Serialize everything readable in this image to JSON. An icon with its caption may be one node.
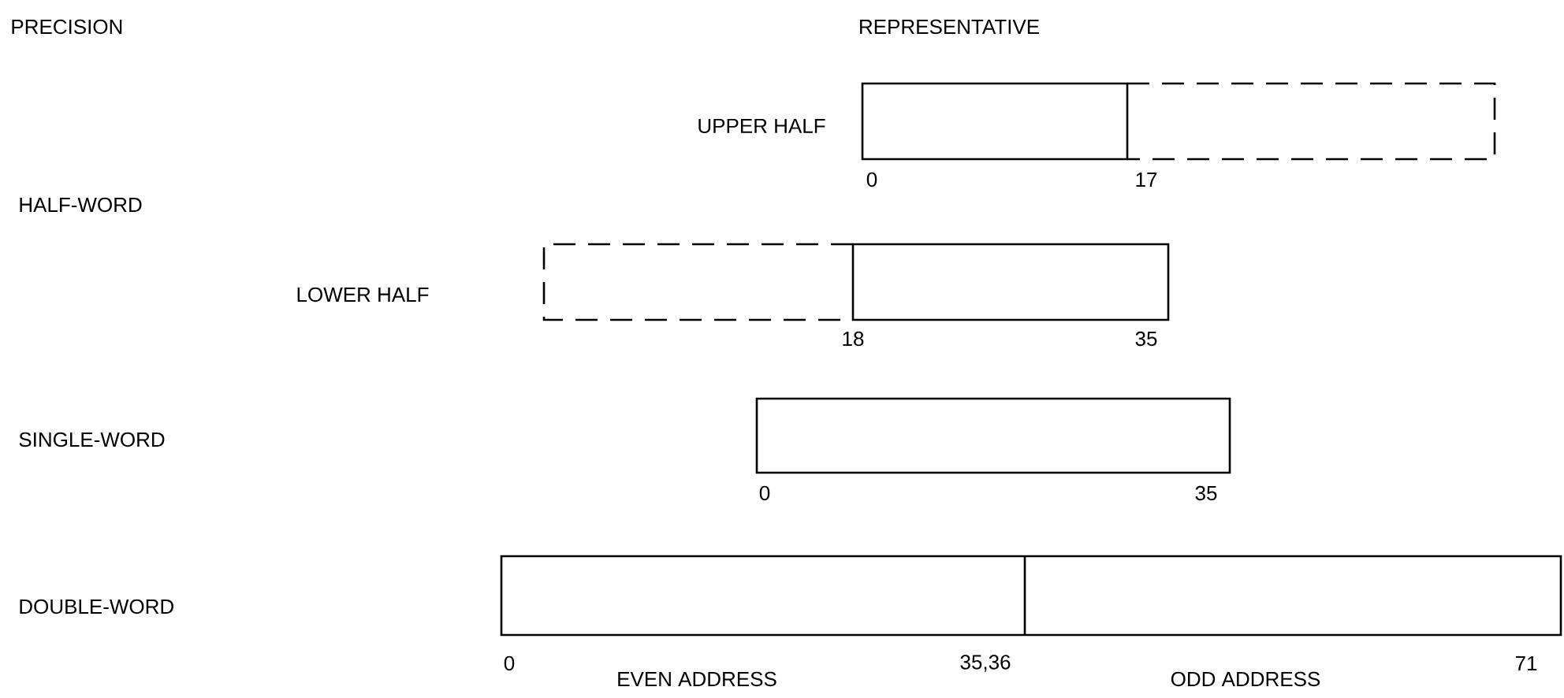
{
  "diagram": {
    "labels": [
      "PRECISION",
      "REPRESENTATIVE",
      "UPPER HALF",
      "0",
      "17",
      "HALF-WORD",
      "LOWER HALF",
      "18",
      "35",
      "SINGLE-WORD",
      "0",
      "35",
      "DOUBLE-WORD",
      "0",
      "EVEN ADDRESS",
      "35,36",
      "ODD ADDRESS",
      "71"
    ]
  }
}
